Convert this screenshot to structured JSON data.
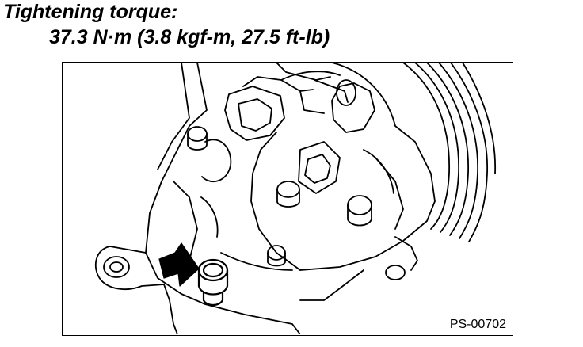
{
  "heading": "Tightening torque:",
  "torque_value": "37.3 N·m (3.8 kgf-m, 27.5 ft-lb)",
  "figure": {
    "code": "PS-00702"
  }
}
